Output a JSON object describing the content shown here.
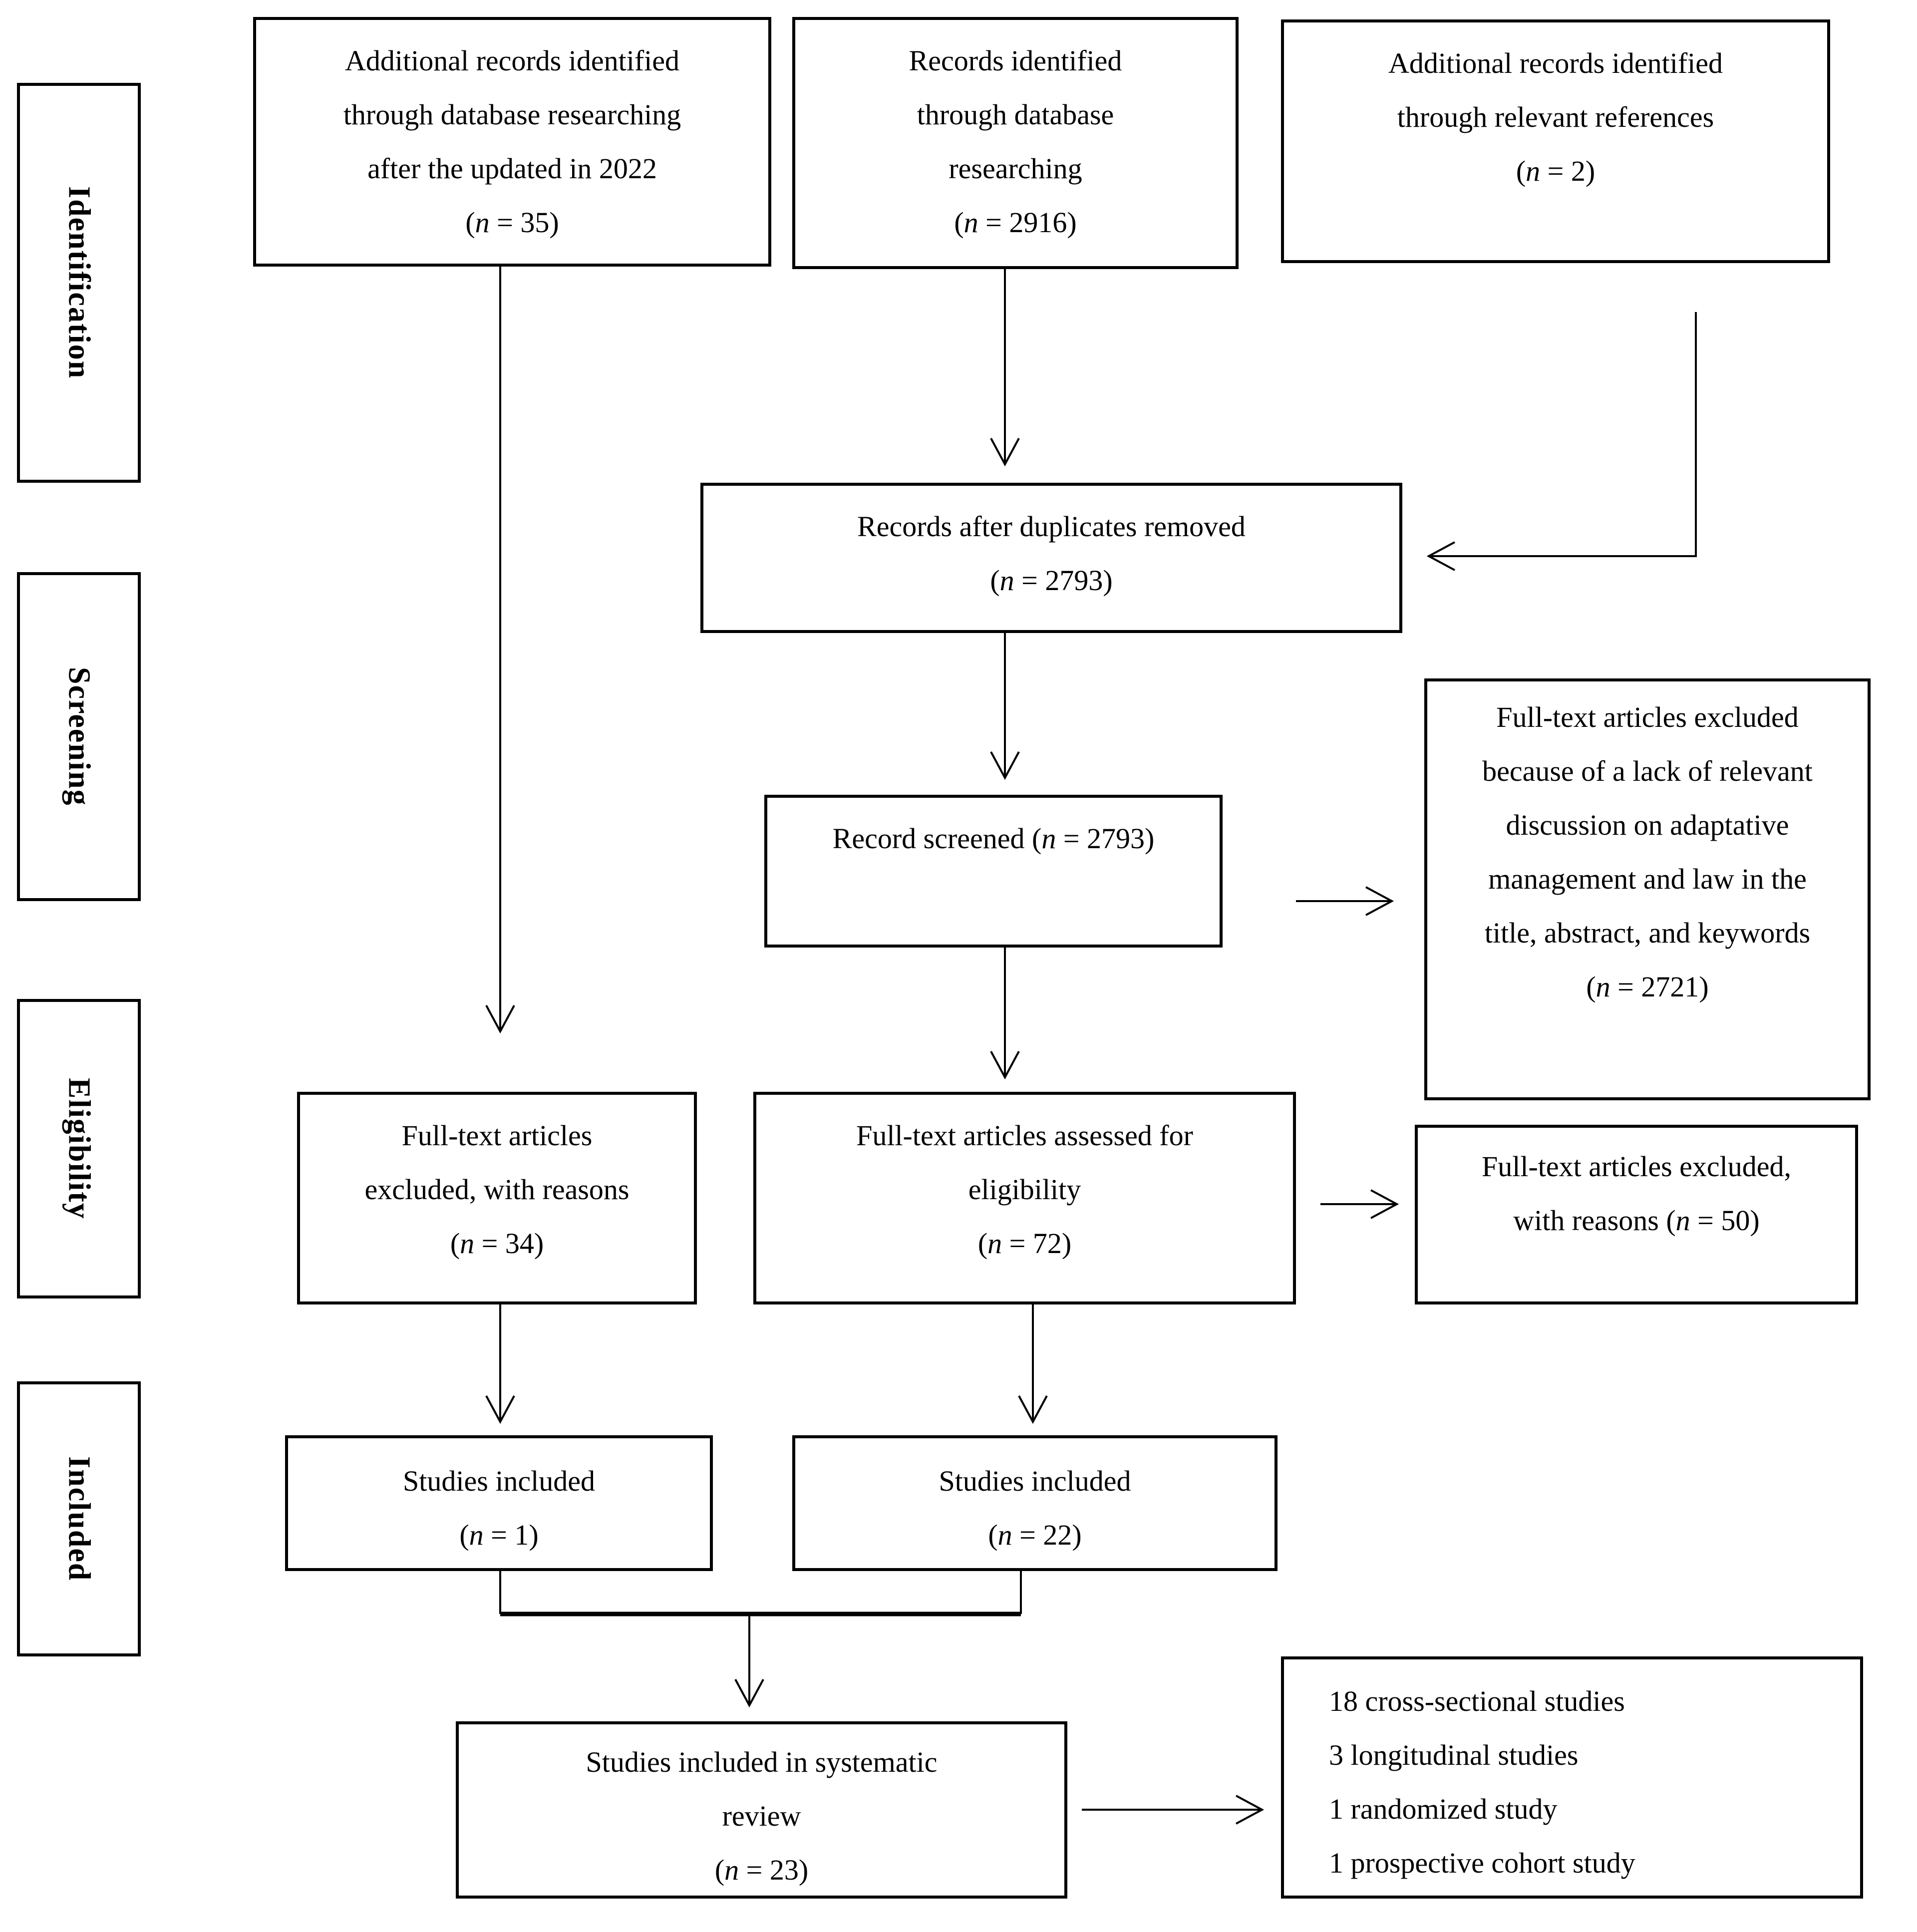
{
  "diagram": {
    "stages": [
      {
        "label": "Identification"
      },
      {
        "label": "Screening"
      },
      {
        "label": "Eligibility"
      },
      {
        "label": "Included"
      }
    ],
    "boxes": {
      "additional_2022": {
        "lines": [
          "Additional records identified",
          "through database researching",
          "after the updated in 2022",
          "(n = 35)"
        ]
      },
      "records_identified": {
        "lines": [
          "Records identified",
          "through database",
          "researching",
          "(n = 2916)"
        ]
      },
      "additional_references": {
        "lines": [
          "Additional records identified",
          "through relevant references",
          "(n = 2)"
        ]
      },
      "duplicates_removed": {
        "lines": [
          "Records after duplicates removed",
          "(n = 2793)"
        ]
      },
      "records_screened": {
        "lines": [
          "Record screened (n = 2793)"
        ]
      },
      "excluded_keywords": {
        "lines": [
          "Full-text articles excluded",
          "because of a lack of relevant",
          "discussion on adaptative",
          "management and law in the",
          "title, abstract, and keywords",
          "(n = 2721)"
        ]
      },
      "excluded_34": {
        "lines": [
          "Full-text articles",
          "excluded, with reasons",
          "(n = 34)"
        ]
      },
      "assessed_eligibility": {
        "lines": [
          "Full-text articles assessed for",
          "eligibility",
          "(n = 72)"
        ]
      },
      "excluded_50": {
        "lines": [
          "Full-text articles excluded,",
          "with reasons (n = 50)"
        ]
      },
      "studies_included_1": {
        "lines": [
          "Studies included",
          "(n = 1)"
        ]
      },
      "studies_included_22": {
        "lines": [
          "Studies included",
          "(n = 22)"
        ]
      },
      "systematic_review": {
        "lines": [
          "Studies included in systematic",
          "review",
          "(n = 23)"
        ]
      },
      "study_types": {
        "lines": [
          "18 cross-sectional studies",
          "3 longitudinal studies",
          "1 randomized study",
          "1 prospective cohort study"
        ]
      }
    },
    "colors": {
      "line": "#000000",
      "background": "#ffffff",
      "text": "#000000"
    }
  }
}
